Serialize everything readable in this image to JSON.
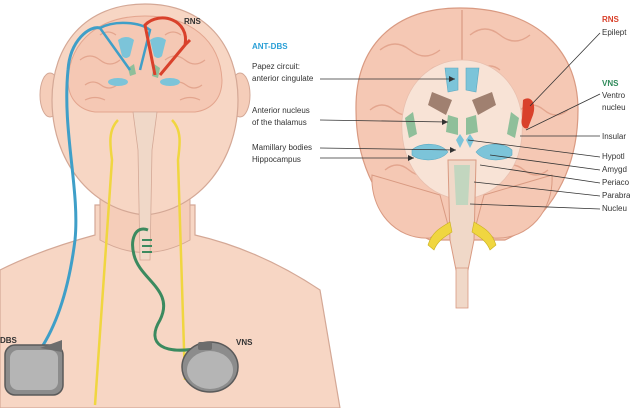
{
  "colors": {
    "ant_dbs": "#2a9fd6",
    "rns": "#d9412b",
    "vns": "#2f8a5a",
    "lead_yellow": "#f0d640",
    "lead_blue": "#3f9fc8",
    "lead_green": "#3b8a5f",
    "skin": "#f7d6c4",
    "skin_outline": "#d4a896",
    "brain": "#f5c8b4",
    "brain_fold": "#e8a790",
    "structure_blue": "#7cc4d9",
    "structure_green": "#8fbf9a"
  },
  "left_panel": {
    "rns_label": "RNS",
    "dbs_label": "DBS",
    "vns_label": "VNS"
  },
  "right_panel": {
    "ant_dbs": {
      "title": "ANT-DBS",
      "papez_line1": "Papez circuit:",
      "papez_line2": "anterior cingulate",
      "anterior_nucleus_line1": "Anterior nucleus",
      "anterior_nucleus_line2": "of the thalamus",
      "mamillary": "Mamillary bodies",
      "hippocampus": "Hippocampus"
    },
    "rns": {
      "title": "RNS",
      "epilepsy": "Epilept"
    },
    "vns": {
      "title": "VNS",
      "ventro_line1": "Ventro",
      "ventro_line2": "nucleu"
    },
    "right_labels": [
      "Insular",
      "Hypotl",
      "Amygd",
      "Periaco",
      "Parabra",
      "Nucleu"
    ]
  }
}
